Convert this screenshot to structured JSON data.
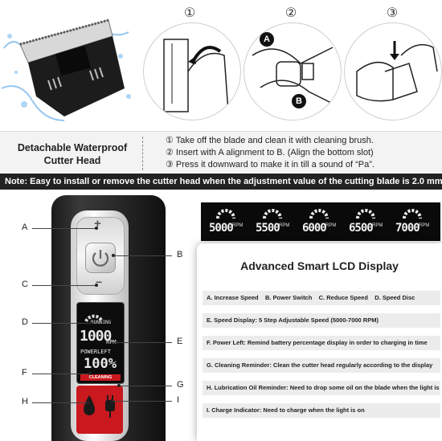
{
  "steps": [
    {
      "num": "①"
    },
    {
      "num": "②",
      "marker_a": "A",
      "marker_b": "B"
    },
    {
      "num": "③"
    }
  ],
  "info": {
    "title": "Detachable Waterproof Cutter Head",
    "steps": [
      "① Take off the blade and clean it with cleaning brush.",
      "② Insert with A alignment to B. (Align the bottom slot)",
      "③ Press it downward to make it in till a sound of “Pa”."
    ]
  },
  "note": "Note: Easy to install or remove the cutter head when the adjustment value of the cutting blade is 2.0 mm.",
  "device": {
    "plus": "+",
    "minus": "−",
    "lcd_running": "RUNNING",
    "lcd_speed": "1000",
    "lcd_rpm": "RPM",
    "lcd_power_label": "POWERLEFT",
    "lcd_power": "100%",
    "lcd_cleaning": "CLEANING"
  },
  "callouts": [
    "A",
    "B",
    "C",
    "D",
    "E",
    "F",
    "G",
    "H",
    "I"
  ],
  "speed_display": [
    {
      "value": "5000",
      "unit": "RPM"
    },
    {
      "value": "5500",
      "unit": "RPM"
    },
    {
      "value": "6000",
      "unit": "RPM"
    },
    {
      "value": "6500",
      "unit": "RPM"
    },
    {
      "value": "7000",
      "unit": "RPM"
    }
  ],
  "lcd_card": {
    "title": "Advanced Smart LCD Display",
    "legend_row": [
      "A. Increase Speed",
      "B. Power Switch",
      "C. Reduce Speed",
      "D. Speed Disc"
    ],
    "features": [
      "E. Speed Display:  5 Step Adjustable Speed (5000-7000 RPM)",
      "F. Power Left:  Remind battery percentage display in order to charging in time",
      "G. Cleaning Reminder:  Clean the cutter head regularly according to the display",
      "H. Lubrication Oil Reminder: Need to drop some oil on the blade when the light is on",
      "I. Charge Indicator: Need to charge when the light is on"
    ]
  }
}
